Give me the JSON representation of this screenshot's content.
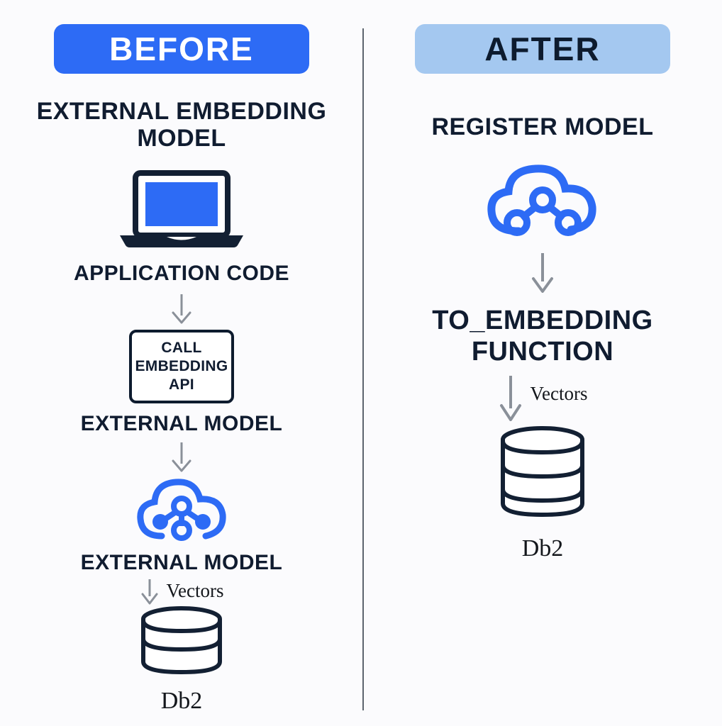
{
  "diagram": {
    "title_before": "BEFORE",
    "title_after": "AFTER",
    "background_color": "#fbfbfd",
    "accent_blue": "#2d6bf5",
    "light_blue": "#a4c8f0",
    "dark_navy": "#101c30",
    "arrow_gray": "#8a9099"
  },
  "before": {
    "badge_label": "BEFORE",
    "heading": "EXTERNAL EMBEDDING MODEL",
    "laptop_icon": "laptop-icon",
    "app_code_label": "APPLICATION CODE",
    "arrow_1": "down-arrow",
    "call_box": {
      "line_1": "CALL",
      "line_2": "EMBEDDING",
      "line_3": "API"
    },
    "external_model_label_1": "EXTERNAL MODEL",
    "arrow_2": "down-arrow",
    "cloud_icon": "cloud-network-icon",
    "external_model_label_2": "EXTERNAL MODEL",
    "arrow_3": "down-arrow",
    "vectors_label": "Vectors",
    "database_icon": "database-cylinder-icon",
    "database_caption": "Db2"
  },
  "after": {
    "badge_label": "AFTER",
    "heading": "REGISTER MODEL",
    "cloud_icon": "cloud-network-icon",
    "arrow_1": "down-arrow",
    "function_line_1": "TO_EMBEDDING",
    "function_line_2": "FUNCTION",
    "arrow_2": "down-arrow",
    "vectors_label": "Vectors",
    "database_icon": "database-cylinder-icon",
    "database_caption": "Db2"
  }
}
